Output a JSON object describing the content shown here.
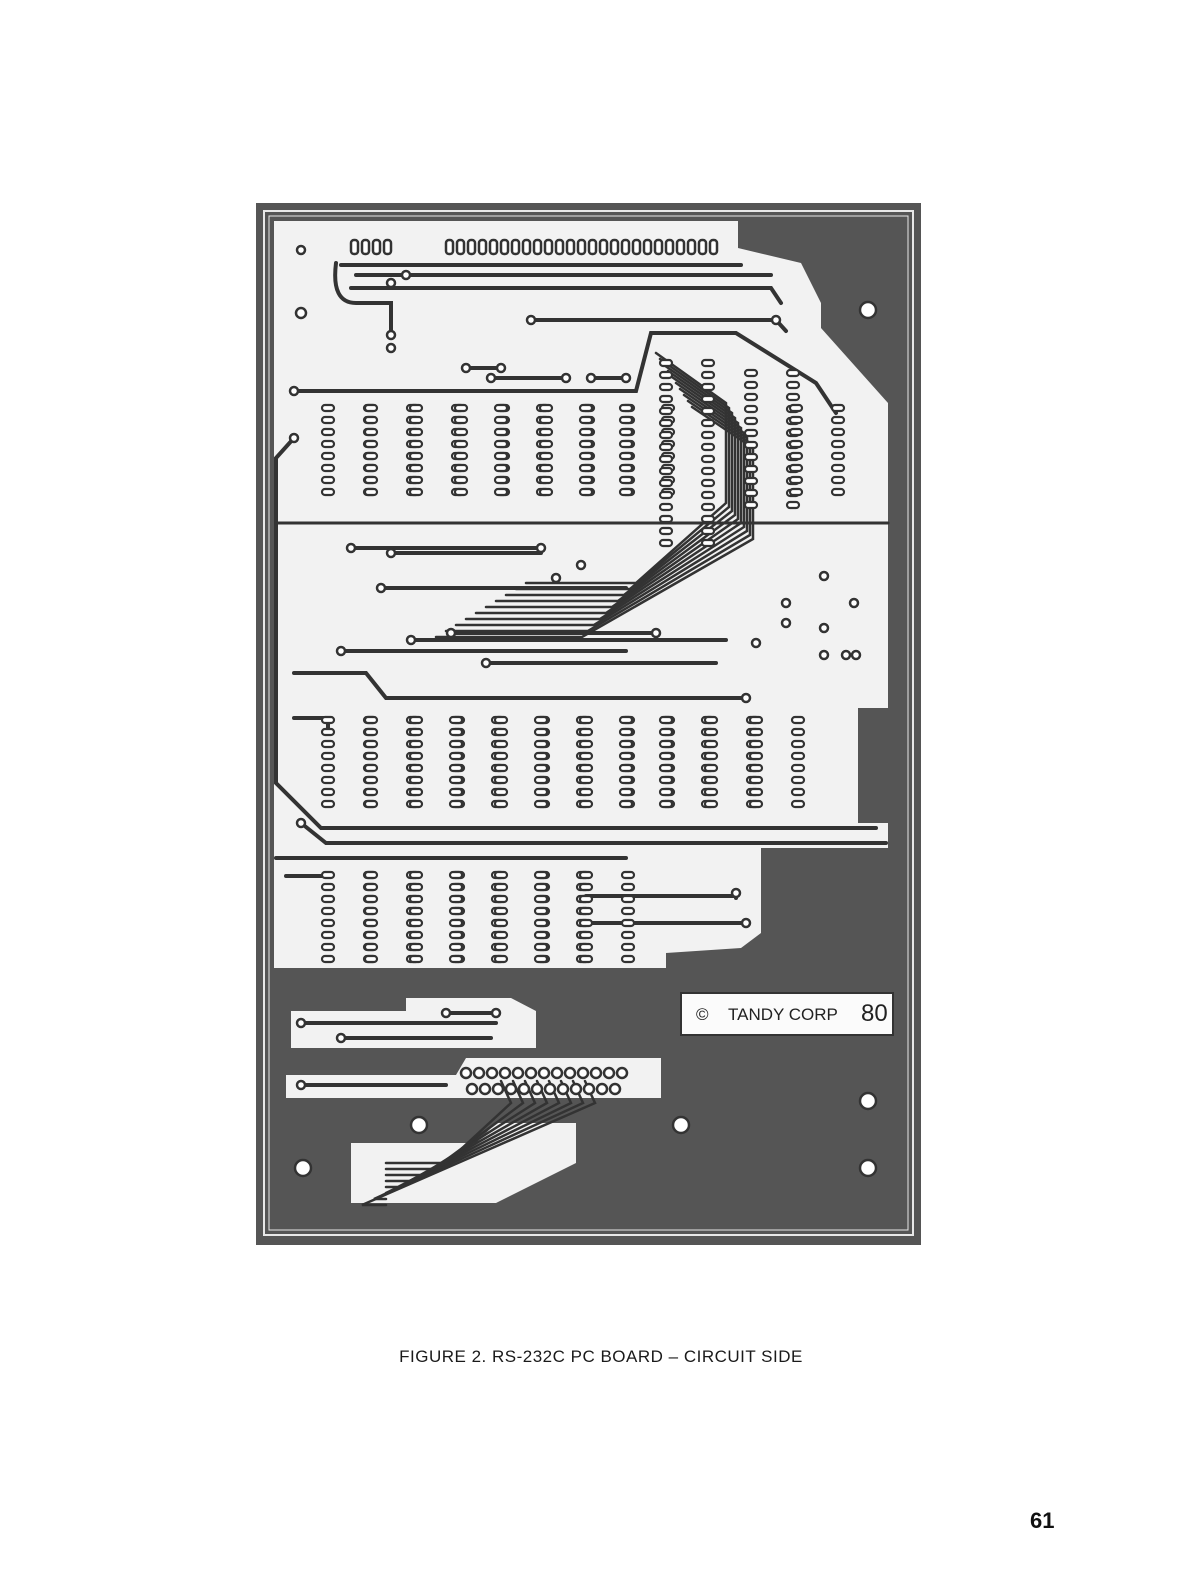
{
  "figure": {
    "caption": "FIGURE 2. RS-232C PC BOARD – CIRCUIT SIDE",
    "copyright_symbol": "©",
    "copyright_label": "TANDY CORP",
    "copyright_year": "80"
  },
  "page_number": "61",
  "colors": {
    "board_dark": "#555555",
    "copper_light": "#f4f4f4",
    "trace_dark": "#333333"
  }
}
